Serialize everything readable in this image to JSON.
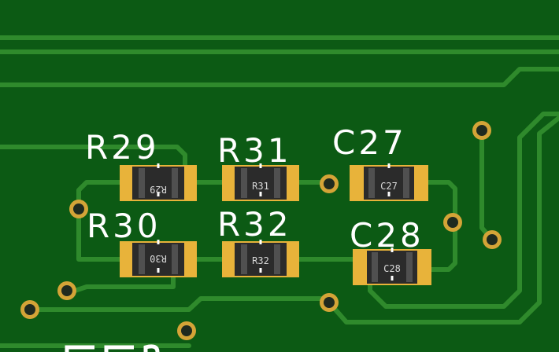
{
  "board": {
    "colors": {
      "substrate": "#0c5a14",
      "trace": "#2f8a2c",
      "pad": "#e8b33a",
      "via_ring": "#d4a437",
      "via_hole": "#1f2a1f",
      "silkscreen": "#ffffff",
      "component_body": "#2b2b2b"
    },
    "components": [
      {
        "ref": "R29",
        "silk_label": "R29",
        "body_label": "R29",
        "body_label_mirrored": true
      },
      {
        "ref": "R31",
        "silk_label": "R31",
        "body_label": "R31",
        "body_label_mirrored": false
      },
      {
        "ref": "C27",
        "silk_label": "C27",
        "body_label": "C27",
        "body_label_mirrored": false
      },
      {
        "ref": "R30",
        "silk_label": "R30",
        "body_label": "R30",
        "body_label_mirrored": true
      },
      {
        "ref": "R32",
        "silk_label": "R32",
        "body_label": "R32",
        "body_label_mirrored": false
      },
      {
        "ref": "C28",
        "silk_label": "C28",
        "body_label": "C28",
        "body_label_mirrored": false
      }
    ]
  }
}
